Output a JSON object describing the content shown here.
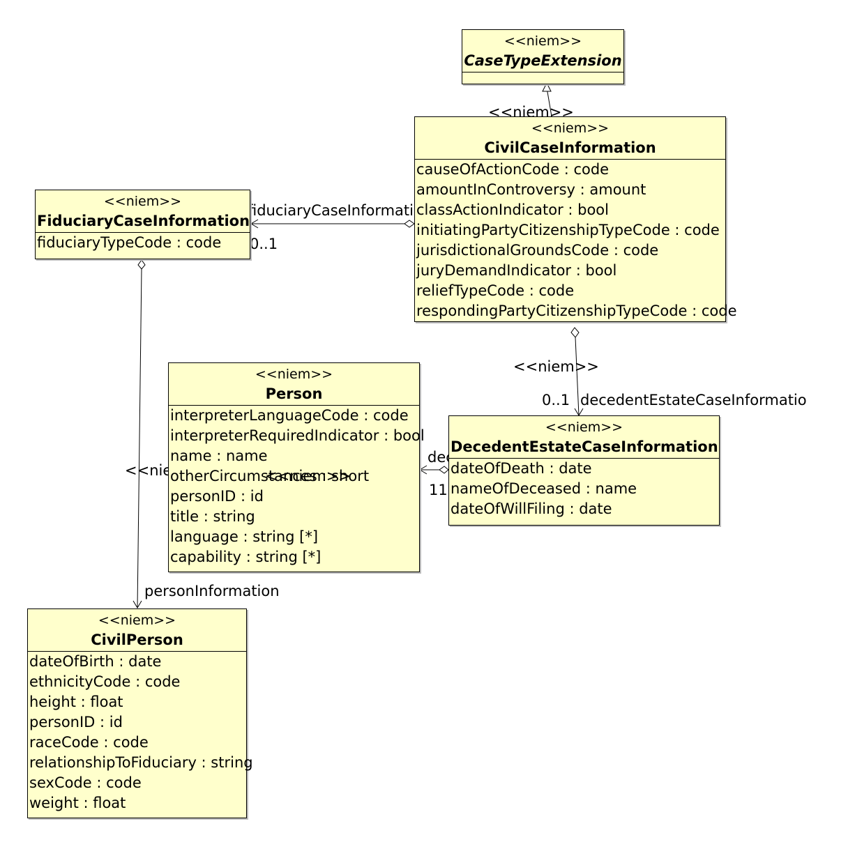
{
  "classes": {
    "case_type_extension": {
      "stereotype": "<<niem>>",
      "name": "CaseTypeExtension"
    },
    "civil_case_information": {
      "stereotype": "<<niem>>",
      "name": "CivilCaseInformation",
      "attributes": [
        "causeOfActionCode : code",
        "amountInControversy : amount",
        "classActionIndicator : bool",
        "initiatingPartyCitizenshipTypeCode : code",
        "jurisdictionalGroundsCode : code",
        "juryDemandIndicator : bool",
        "reliefTypeCode : code",
        "respondingPartyCitizenshipTypeCode : code"
      ]
    },
    "fiduciary_case_information": {
      "stereotype": "<<niem>>",
      "name": "FiduciaryCaseInformation",
      "attributes": [
        "fiduciaryTypeCode : code"
      ]
    },
    "person": {
      "stereotype": "<<niem>>",
      "name": "Person",
      "attributes": [
        "interpreterLanguageCode : code",
        "interpreterRequiredIndicator : bool",
        "name : name",
        "otherCircumstances : short",
        "personID : id",
        "title : string",
        "language : string [*]",
        "capability : string [*]"
      ]
    },
    "decedent_estate_case_information": {
      "stereotype": "<<niem>>",
      "name": "DecedentEstateCaseInformation",
      "attributes": [
        "dateOfDeath : date",
        "nameOfDeceased : name",
        "dateOfWillFiling : date"
      ]
    },
    "civil_person": {
      "stereotype": "<<niem>>",
      "name": "CivilPerson",
      "attributes": [
        "dateOfBirth : date",
        "ethnicityCode : code",
        "height : float",
        "personID : id",
        "raceCode : code",
        "relationshipToFiduciary : string",
        "sexCode : code",
        "weight : float"
      ]
    }
  },
  "connectors": {
    "generalization_stereotype": "<<niem>>",
    "fiduciary": {
      "role": "fiduciaryCaseInformation",
      "multiplicity": "0..1"
    },
    "decedent_estate": {
      "stereotype": "<<niem>>",
      "role": "decedentEstateCaseInformatio",
      "multiplicity": "0..1"
    },
    "decedent": {
      "role": "decedent",
      "multiplicity": "11",
      "stereotype": "<<niem>>"
    },
    "person_information": {
      "stereotype": "<<niem>>",
      "role": "personInformation"
    }
  }
}
